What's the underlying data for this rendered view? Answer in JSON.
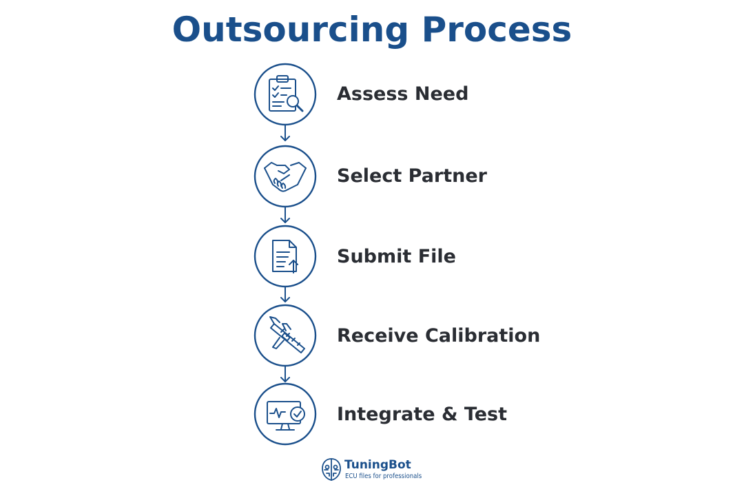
{
  "title": "Outsourcing Process",
  "colors": {
    "primary": "#1a4f8b",
    "text": "#2a2d33",
    "background": "#ffffff"
  },
  "steps": [
    {
      "label": "Assess Need",
      "icon": "clipboard-magnifier-icon"
    },
    {
      "label": "Select Partner",
      "icon": "handshake-icon"
    },
    {
      "label": "Submit File",
      "icon": "document-upload-icon"
    },
    {
      "label": "Receive Calibration",
      "icon": "caliper-icon"
    },
    {
      "label": "Integrate & Test",
      "icon": "monitor-check-icon"
    }
  ],
  "brand": {
    "name": "TuningBot",
    "tagline": "ECU files for professionals",
    "icon": "robot-face-logo-icon"
  }
}
